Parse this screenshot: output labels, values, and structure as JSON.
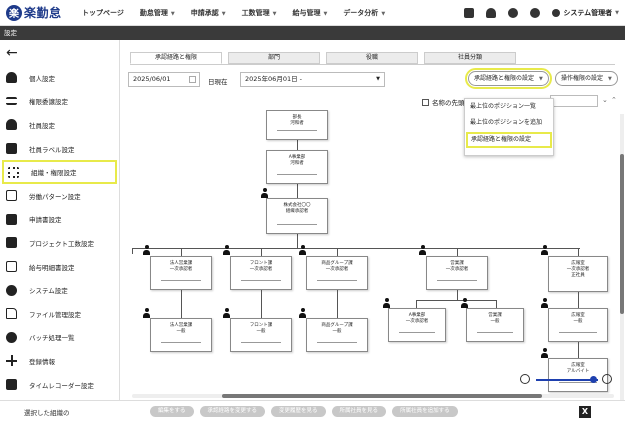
{
  "app": {
    "logo_mark": "楽",
    "logo_text": "楽勤怠",
    "section_title": "設定"
  },
  "nav": {
    "items": [
      {
        "label": "トップページ",
        "has_dropdown": false
      },
      {
        "label": "勤怠管理",
        "has_dropdown": true
      },
      {
        "label": "申請承認",
        "has_dropdown": true
      },
      {
        "label": "工数管理",
        "has_dropdown": true
      },
      {
        "label": "給与管理",
        "has_dropdown": true
      },
      {
        "label": "データ分析",
        "has_dropdown": true
      }
    ],
    "user_name": "システム管理者"
  },
  "sidebar": {
    "items": [
      {
        "label": "個人設定",
        "icon": "person-icon"
      },
      {
        "label": "権限委譲設定",
        "icon": "arrows-icon"
      },
      {
        "label": "社員設定",
        "icon": "people-icon"
      },
      {
        "label": "社員ラベル設定",
        "icon": "tag-icon"
      },
      {
        "label": "組織・権限設定",
        "icon": "org-icon",
        "active": true
      },
      {
        "label": "労働パターン設定",
        "icon": "list-icon"
      },
      {
        "label": "申請書設定",
        "icon": "form-icon"
      },
      {
        "label": "プロジェクト工数設定",
        "icon": "project-icon"
      },
      {
        "label": "給与明細書設定",
        "icon": "payslip-icon"
      },
      {
        "label": "システム設定",
        "icon": "gear-icon"
      },
      {
        "label": "ファイル管理設定",
        "icon": "folder-icon"
      },
      {
        "label": "バッチ処理一覧",
        "icon": "batch-icon"
      },
      {
        "label": "登録情報",
        "icon": "plus-icon"
      },
      {
        "label": "タイムレコーダー設定",
        "icon": "timecard-icon"
      }
    ]
  },
  "tabs": [
    "承認経路と権限",
    "部門",
    "役職",
    "社員分類"
  ],
  "filters": {
    "date": "2025/06/01",
    "date_label": "日現在",
    "period": "2025年06月01日 -"
  },
  "buttons": {
    "approval_settings": "承認経路と権限の設定",
    "operation_settings": "操作権限の設定"
  },
  "dropdown": {
    "items": [
      "最上位のポジション一覧",
      "最上位のポジションを追加",
      "承認経路と権限の設定"
    ],
    "highlighted_index": 2
  },
  "name_filter": {
    "label": "名称の先頭"
  },
  "org_nodes": {
    "top_partial": "部長\n河和者",
    "mid": "A事業部\n河和者",
    "root": "株式会社〇〇\n組織承認者",
    "branches": [
      {
        "upper": "法人営業課\n一次承認者",
        "lower": "法人営業課\n一般"
      },
      {
        "upper": "フロント課\n一次承認者",
        "lower": "フロント課\n一般"
      },
      {
        "upper": "商品グループ課\n一次承認者",
        "lower": "商品グループ課\n一般"
      },
      {
        "upper": "営業課\n一次承認者",
        "lower_left": "A事業部\n一次承認者",
        "lower_right": "営業課\n一般"
      },
      {
        "upper": "広報室\n一次承認者",
        "upper_extra": "正社員",
        "mid": "広報室\n一般",
        "lower": "広報室\nアルバイト"
      }
    ]
  },
  "bottom": {
    "selected_label": "選択した組織の",
    "actions": [
      "編集をする",
      "承認経路を変更する",
      "変更履歴を見る",
      "所属社員を見る",
      "所属社員を追加する"
    ],
    "export_icon": "X"
  },
  "zoom": {
    "level_fraction": 0.92
  }
}
